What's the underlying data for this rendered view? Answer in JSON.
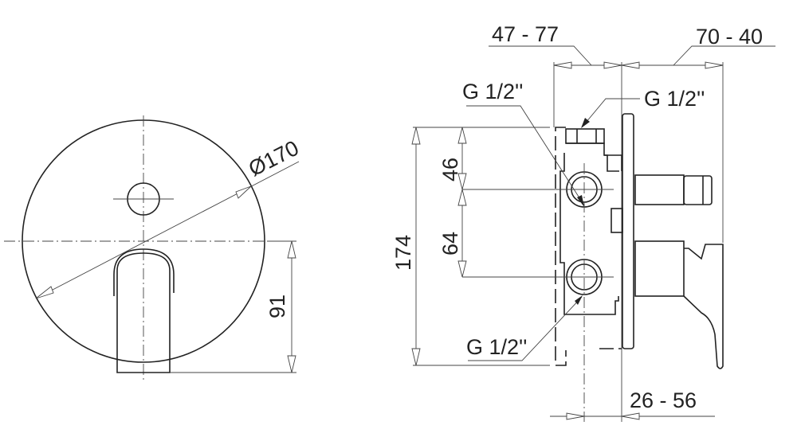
{
  "front_view": {
    "diameter_label": "Ø170",
    "lever_height_label": "91"
  },
  "side_view": {
    "depth_range_label": "47 - 77",
    "projection_range_label": "70 - 40",
    "bottom_range_label": "26 - 56",
    "total_height_label": "174",
    "upper_offset_label": "46",
    "port_spacing_label": "64",
    "thread_top_left_label": "G 1/2''",
    "thread_top_right_label": "G 1/2''",
    "thread_bottom_label": "G 1/2''"
  }
}
